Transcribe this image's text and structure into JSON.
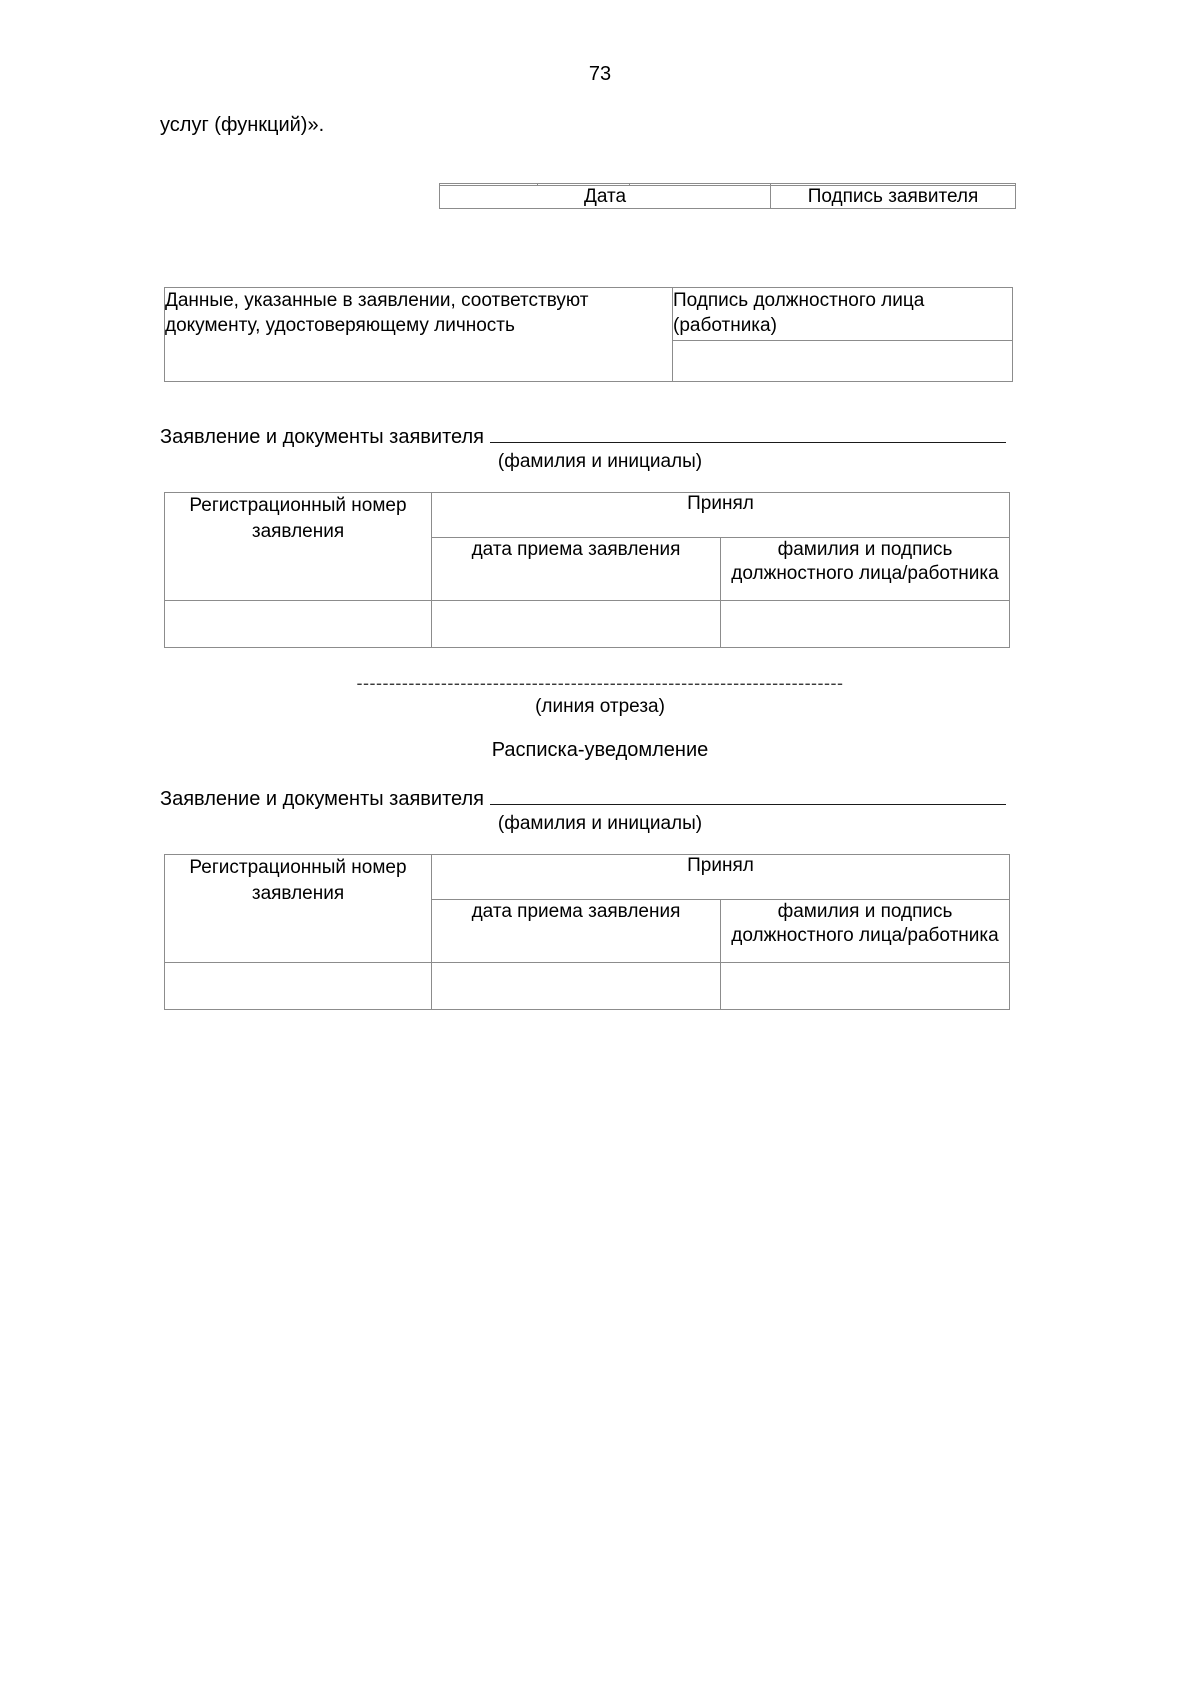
{
  "page": {
    "number": "73",
    "lead_text": "услуг (функций)»."
  },
  "table_date_signature": {
    "name": "Дата / Подпись заявителя",
    "blank_row_cells": [
      "",
      "",
      "",
      ""
    ],
    "label_row": {
      "date": "Дата",
      "applicant_signature": "Подпись заявителя"
    }
  },
  "table_data_check": {
    "left_text": "Данные, указанные в заявлении, соответствуют документу, удостоверяющему личность",
    "right_top_text": "Подпись должностного лица (работника)",
    "right_bottom_value": ""
  },
  "applicant_block_1": {
    "label": "Заявление и документы заявителя",
    "value": "",
    "caption": "(фамилия и инициалы)"
  },
  "registration_table_1": {
    "reg_number_header": "Регистрационный номер заявления",
    "accepted_header": "Принял",
    "date_header": "дата приема заявления",
    "name_signature_header": "фамилия и подпись должностного лица/работника",
    "row_values": [
      "",
      "",
      ""
    ]
  },
  "cut_section": {
    "dashes": "---------------------------------------------------------------------------",
    "caption": "(линия отреза)",
    "receipt_title": "Расписка-уведомление"
  },
  "applicant_block_2": {
    "label": "Заявление и документы заявителя",
    "value": "",
    "caption": "(фамилия и инициалы)"
  },
  "registration_table_2": {
    "reg_number_header": "Регистрационный номер заявления",
    "accepted_header": "Принял",
    "date_header": "дата приема заявления",
    "name_signature_header": "фамилия и подпись должностного лица/работника",
    "row_values": [
      "",
      "",
      ""
    ]
  }
}
